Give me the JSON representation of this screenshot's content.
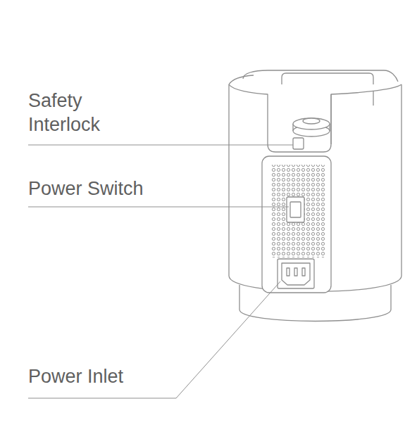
{
  "diagram": {
    "labels": [
      "Safety Interlock",
      "Power Switch",
      "Power Inlet"
    ]
  }
}
